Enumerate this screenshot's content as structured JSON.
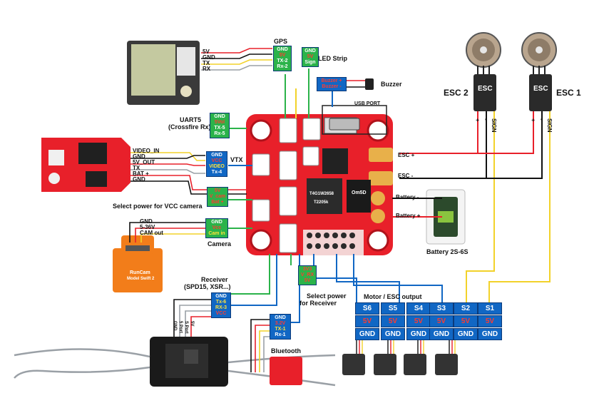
{
  "labels": {
    "gps": "GPS",
    "led_strip": "LED Strip",
    "buzzer": "Buzzer",
    "usb_port": "USB PORT",
    "uart5": "UART5",
    "crossfire": "(Crossfire Rx)",
    "vtx": "VTX",
    "select_power_cam": "Select power for VCC camera",
    "camera": "Camera",
    "receiver": "Receiver",
    "receiver_sub": "(SPD15, XSR...)",
    "select_power_rx_1": "Select power",
    "select_power_rx_2": "for Receiver",
    "bluetooth": "Bluetooth",
    "motor_esc_output": "Motor / ESC output",
    "battery": "Battery 2S-6S",
    "esc1": "ESC 1",
    "esc2": "ESC 2",
    "esc_word": "ESC"
  },
  "gps_wires": [
    "5V",
    "GND",
    "TX",
    "RX"
  ],
  "gps_pins": [
    "GND",
    "5V",
    "TX-2",
    "Rx-2"
  ],
  "led_pins": [
    "GND",
    "5V",
    "Sign"
  ],
  "buzzer_pins": [
    "Buzzer +",
    "Buzzer -"
  ],
  "uart5_pins": [
    "GND",
    "5Vol",
    "TX-5",
    "Rx-5"
  ],
  "vtx_wires": [
    "VIDEO_IN",
    "GND",
    "5V_OUT",
    "TX",
    "BAT +",
    "GND"
  ],
  "vtx_pins": [
    "GND",
    "VCC",
    "VIDEO",
    "Tx-4"
  ],
  "cam_power_pins": [
    "5V",
    "V_cam",
    "Bat +"
  ],
  "cam_wires": [
    "GND",
    "5-36V",
    "CAM out"
  ],
  "cam_pins": [
    "GND",
    "Vcc",
    "Cam in"
  ],
  "camera_brand": "RunCam",
  "camera_model": "Model Swift 2",
  "fc_chip_1": "Om5D",
  "fc_chip_2": "T4G1W2658",
  "fc_chip_3": "T2205k",
  "esc_plus": "ESC +",
  "esc_minus": "ESC -",
  "battery_minus": "Battery -",
  "battery_plus": "Battery +",
  "rx_power_pins": [
    "3V3",
    "V_RX",
    "5V"
  ],
  "receiver_pins": [
    "GND",
    "Tx-6",
    "RX-3",
    "VCC"
  ],
  "receiver_wires": [
    "GND",
    "5 Port",
    "S Port",
    "5V"
  ],
  "bt_pins": [
    "GND",
    "3.2V",
    "TX-1",
    "Rx-1"
  ],
  "esc_pins_under": [
    "+",
    "-",
    "SIGN"
  ],
  "outputs": [
    {
      "sig": "S6",
      "v": "5V",
      "g": "GND"
    },
    {
      "sig": "S5",
      "v": "5V",
      "g": "GND"
    },
    {
      "sig": "S4",
      "v": "5V",
      "g": "GND"
    },
    {
      "sig": "S3",
      "v": "5V",
      "g": "GND"
    },
    {
      "sig": "S2",
      "v": "5V",
      "g": "GND"
    },
    {
      "sig": "S1",
      "v": "5V",
      "g": "GND"
    }
  ],
  "colors": {
    "board_red": "#e8202a",
    "pin_blue": "#1167c4",
    "pin_green": "#2bb34a",
    "wire_yellow": "#f2d22a",
    "wire_red": "#e8202a",
    "wire_black": "#111111"
  }
}
